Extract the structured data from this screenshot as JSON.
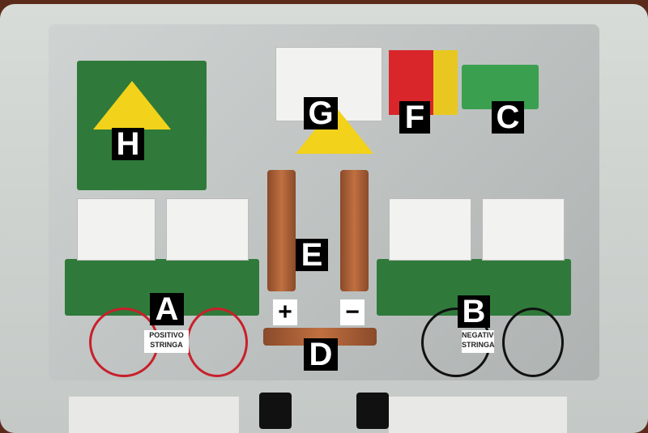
{
  "labels": {
    "A": "A",
    "B": "B",
    "C": "C",
    "D": "D",
    "E": "E",
    "F": "F",
    "G": "G",
    "H": "H"
  },
  "polarity": {
    "plus": "+",
    "minus": "−"
  },
  "tags": {
    "left": "POSITIVO STRINGA",
    "right": "NEGATIVO STRINGA"
  },
  "colors": {
    "enclosure": "#d0d4d2",
    "pcb": "#2f7a3a",
    "warning": "#f2d21a",
    "busbar": "#b06a3a",
    "surge_protector": "#d8262a"
  }
}
